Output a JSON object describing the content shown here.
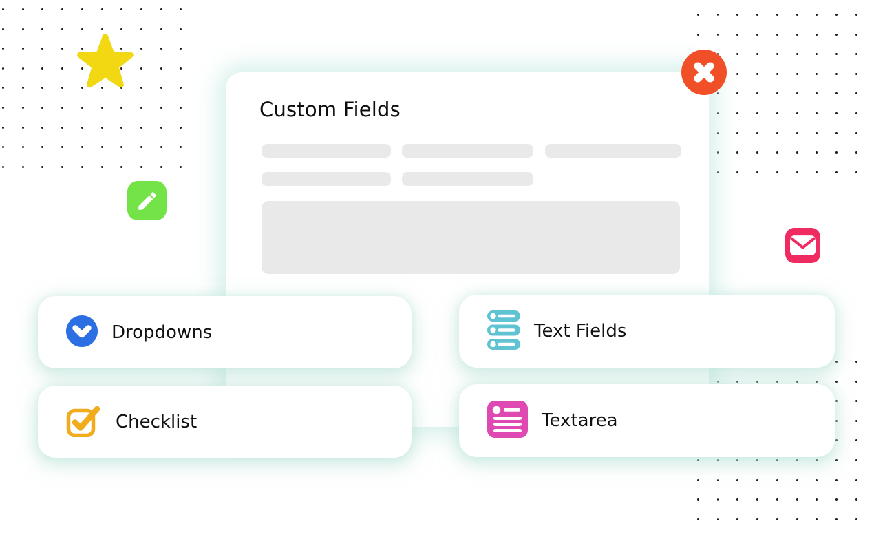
{
  "panel": {
    "title": "Custom Fields"
  },
  "cards": [
    {
      "label": "Dropdowns",
      "icon": "chevron-down-circle-icon",
      "color": "#2C6FE2"
    },
    {
      "label": "Checklist",
      "icon": "checkbox-check-icon",
      "color": "#F0AC1C"
    },
    {
      "label": "Text Fields",
      "icon": "input-rows-icon",
      "color": "#5FC3D2"
    },
    {
      "label": "Textarea",
      "icon": "document-lines-icon",
      "color": "#DF49B2"
    }
  ],
  "decorations": [
    {
      "name": "star-icon",
      "color": "#F2D713"
    },
    {
      "name": "pencil-icon",
      "tile_color": "#74E347"
    },
    {
      "name": "close-icon",
      "tile_color": "#F04F27"
    },
    {
      "name": "envelope-icon",
      "tile_color": "#EF2B62"
    }
  ],
  "css_vars": {
    "blue": "#2C6FE2",
    "teal": "#5FC3D2",
    "orange": "#F0AC1C",
    "magenta": "#DF49B2",
    "yellow": "#F2D713",
    "green": "#74E347",
    "red_orange": "#F04F27",
    "pink": "#EF2B62",
    "dot": "#1C1C1C",
    "skeleton": "#E9E9E9",
    "text": "#101010"
  }
}
